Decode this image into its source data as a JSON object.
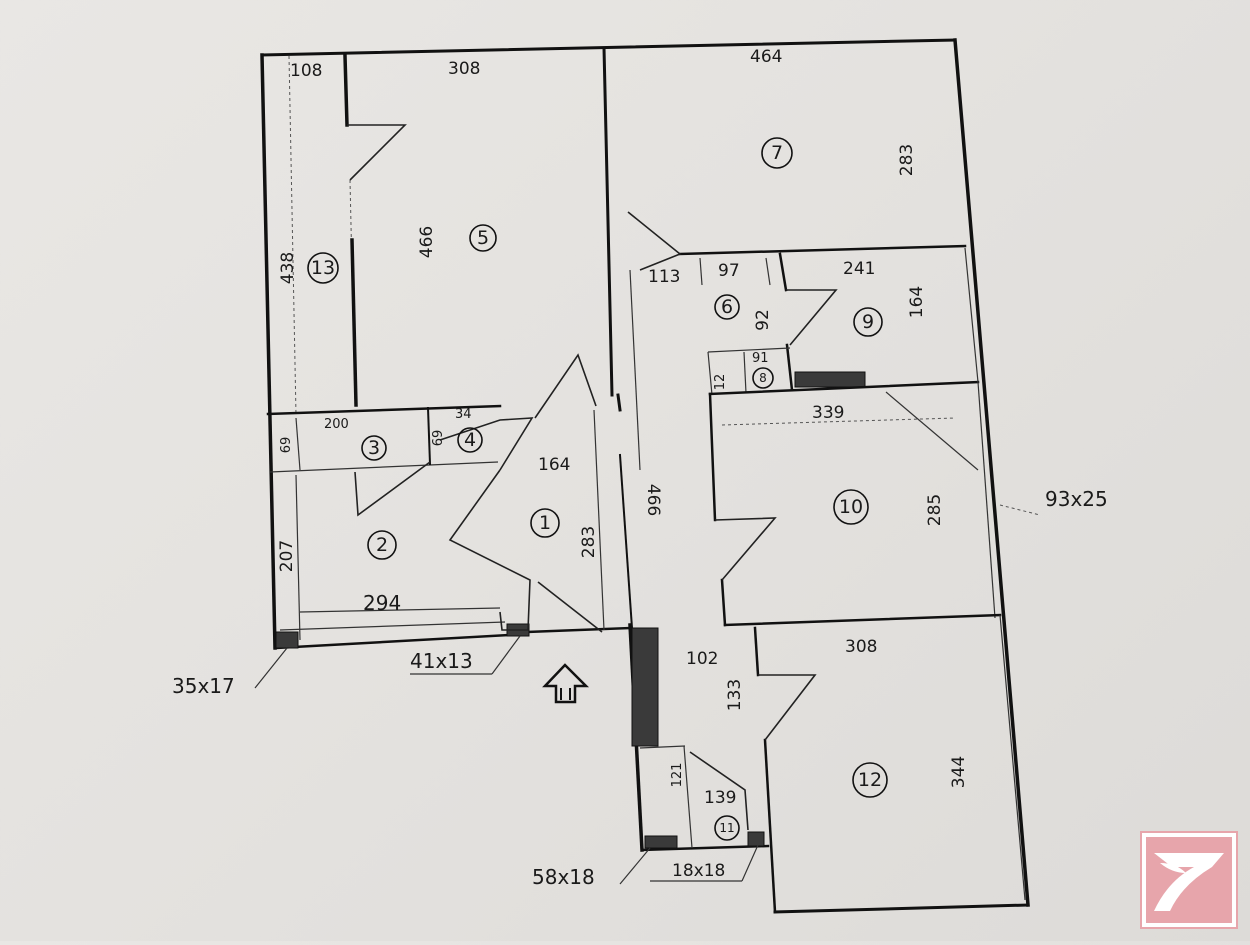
{
  "rooms": [
    "1",
    "2",
    "3",
    "4",
    "5",
    "6",
    "7",
    "8",
    "9",
    "10",
    "11",
    "12",
    "13"
  ],
  "dimensions": {
    "d108": "108",
    "d308_top": "308",
    "d464": "464",
    "d438": "438",
    "d466_left": "466",
    "d283_r7": "283",
    "d113": "113",
    "d97": "97",
    "d241": "241",
    "d92": "92",
    "d164_r9": "164",
    "d200": "200",
    "d34": "34",
    "d69_a": "69",
    "d69_b": "69",
    "d164_r1": "164",
    "d12": "12",
    "d91": "91",
    "d339": "339",
    "d207": "207",
    "d294": "294",
    "d283_r1": "283",
    "d466_mid": "466",
    "d285": "285",
    "d102": "102",
    "d308_r12": "308",
    "d133": "133",
    "d344": "344",
    "d121": "121",
    "d139": "139"
  },
  "notes": {
    "n35x17": "35x17",
    "n41x13": "41x13",
    "n93x25": "93x25",
    "n58x18": "58x18",
    "n18x18": "18x18"
  },
  "colors": {
    "paper": "#e6e4e1",
    "ink": "#111111",
    "logo": "#e7a5ab"
  },
  "icons": [
    "entrance-arrow-icon",
    "brand-logo-icon"
  ]
}
